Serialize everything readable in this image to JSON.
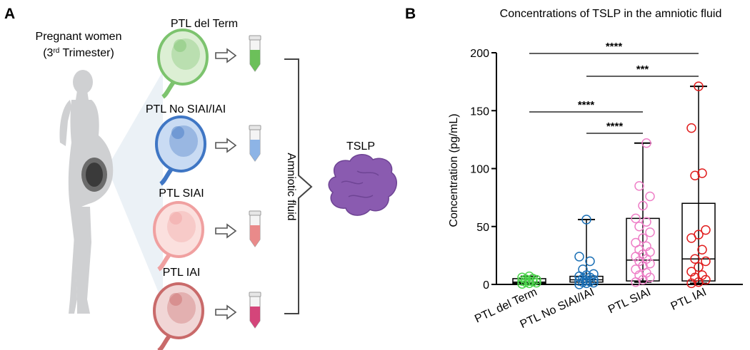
{
  "panel_a": {
    "label": "A",
    "subject_line1": "Pregnant women",
    "subject_line2_prefix": "(3",
    "subject_line2_sup": "rd",
    "subject_line2_suffix": " Trimester)",
    "groups": [
      {
        "label": "PTL del Term",
        "color": "#7cc36e",
        "light": "#dcefd4",
        "tube": "#6cc05a"
      },
      {
        "label": "PTL No SIAI/IAI",
        "color": "#3f76c4",
        "light": "#c9dbf3",
        "tube": "#8db4e6"
      },
      {
        "label": "PTL SIAI",
        "color": "#f0a0a0",
        "light": "#fbe0de",
        "tube": "#e98a8a"
      },
      {
        "label": "PTL IAI",
        "color": "#c96a6a",
        "light": "#f1d6d6",
        "tube": "#d4457a"
      }
    ],
    "bracket_label": "Amniotic fluid",
    "product_label": "TSLP",
    "product_color": "#8a5bb0"
  },
  "panel_b": {
    "label": "B",
    "title": "Concentrations of TSLP in the amniotic fluid",
    "significance": [
      {
        "from": 0,
        "to": 3,
        "label": "****"
      },
      {
        "from": 1,
        "to": 3,
        "label": "***"
      },
      {
        "from": 0,
        "to": 2,
        "label": "****"
      },
      {
        "from": 1,
        "to": 2,
        "label": "****"
      }
    ]
  },
  "chart_data": {
    "type": "box",
    "title": "Concentrations of TSLP in the amniotic fluid",
    "xlabel": "",
    "ylabel": "Concentration (pg/mL)",
    "ylim": [
      0,
      200
    ],
    "yticks": [
      0,
      50,
      100,
      150,
      200
    ],
    "categories": [
      "PTL del Term",
      "PTL No SIAI/IAI",
      "PTL SIAI",
      "PTL IAI"
    ],
    "colors": [
      "#4cd34c",
      "#1a6fb5",
      "#ee7fc7",
      "#e11d1d"
    ],
    "boxes": [
      {
        "min": 0,
        "q1": 1,
        "median": 2,
        "q3": 5,
        "max": 7
      },
      {
        "min": 0,
        "q1": 2,
        "median": 4,
        "q3": 7,
        "max": 56
      },
      {
        "min": 2,
        "q1": 3,
        "median": 21,
        "q3": 57,
        "max": 122
      },
      {
        "min": 1,
        "q1": 3,
        "median": 22,
        "q3": 70,
        "max": 171
      }
    ],
    "points": [
      [
        0.5,
        1,
        1.5,
        2,
        2.5,
        3,
        3,
        4,
        4.5,
        5,
        6,
        7
      ],
      [
        0,
        1,
        1.5,
        2,
        2.5,
        3,
        3.5,
        4,
        5,
        6,
        7,
        8,
        9,
        13,
        20,
        24,
        56
      ],
      [
        2,
        4,
        6,
        8,
        10,
        13,
        16,
        18,
        20,
        22,
        24,
        26,
        28,
        30,
        33,
        36,
        40,
        45,
        50,
        54,
        57,
        68,
        76,
        85,
        122
      ],
      [
        1,
        2,
        4,
        6,
        8,
        11,
        15,
        20,
        22,
        30,
        40,
        43,
        47,
        94,
        96,
        135,
        171
      ]
    ]
  }
}
